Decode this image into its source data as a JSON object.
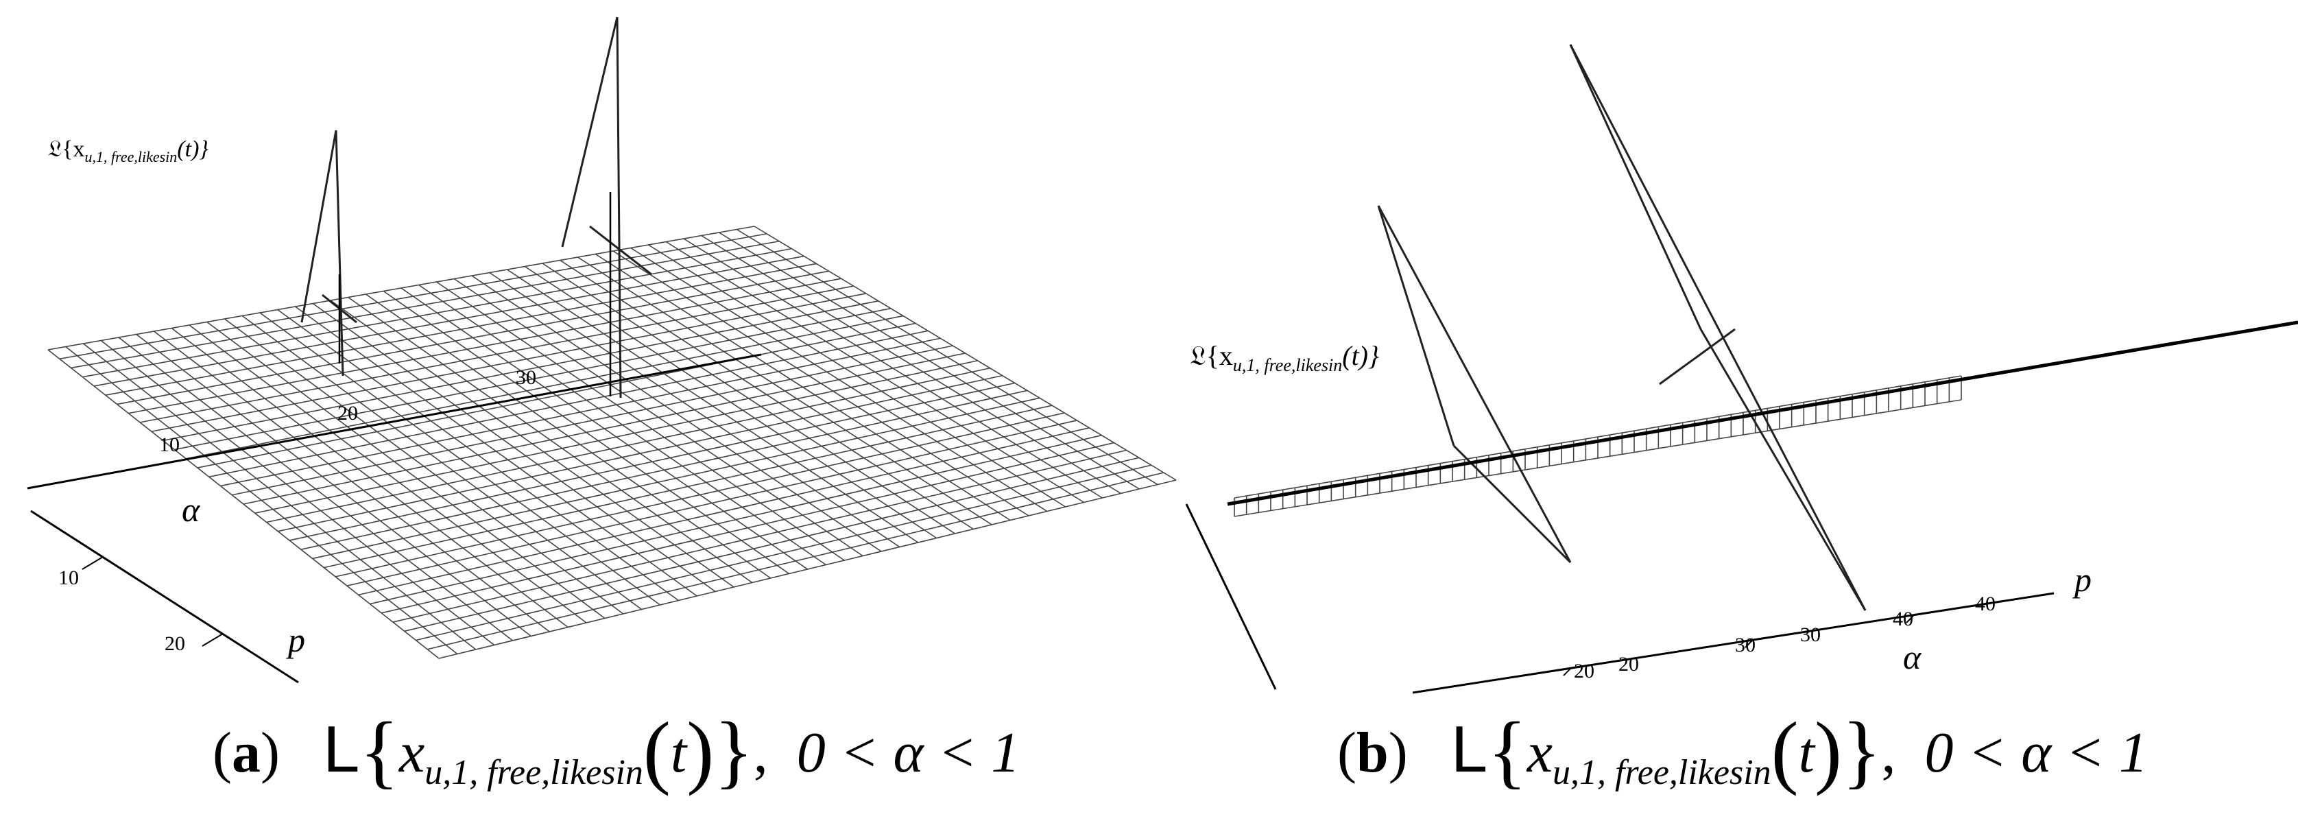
{
  "panel_a": {
    "z_label": "𝔏{x",
    "z_sub": "u,1, free,likesin",
    "z_tail": "(t)}",
    "ticks": [
      "10",
      "20",
      "30",
      "10",
      "20"
    ],
    "alpha_label": "α",
    "p_label": "p",
    "caption": {
      "letter": "a",
      "L": "L",
      "x": "x",
      "sub": "u,1, free,likesin",
      "t": "t",
      "range": "0 < α < 1"
    }
  },
  "panel_b": {
    "z_label": "𝔏{x",
    "z_sub": "u,1, free,likesin",
    "z_tail": "(t)}",
    "ticks": [
      "20",
      "20",
      "30",
      "30",
      "40",
      "40"
    ],
    "alpha_label": "α",
    "p_label": "p",
    "caption": {
      "letter": "b",
      "L": "L",
      "x": "x",
      "sub": "u,1, free,likesin",
      "t": "t",
      "range": "0 < α < 1"
    }
  }
}
